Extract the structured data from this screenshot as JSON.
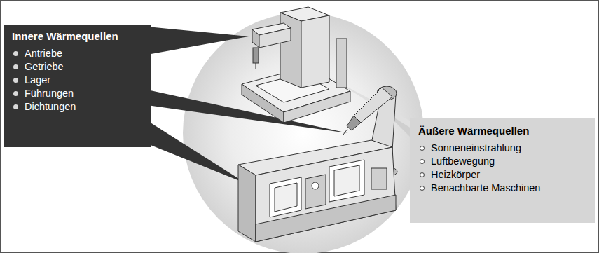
{
  "diagram": {
    "nodes": [
      {
        "text": [
          "Innere Wärmequellen",
          "Antriebe",
          "Getriebe",
          "Lager",
          "Führungen",
          "Dichtungen"
        ]
      },
      {
        "text": [
          "Äußere Wärmequellen",
          "Sonneneinstrahlung",
          "Luftbewegung",
          "Heizkörper",
          "Benachbarte Maschinen"
        ]
      }
    ]
  }
}
